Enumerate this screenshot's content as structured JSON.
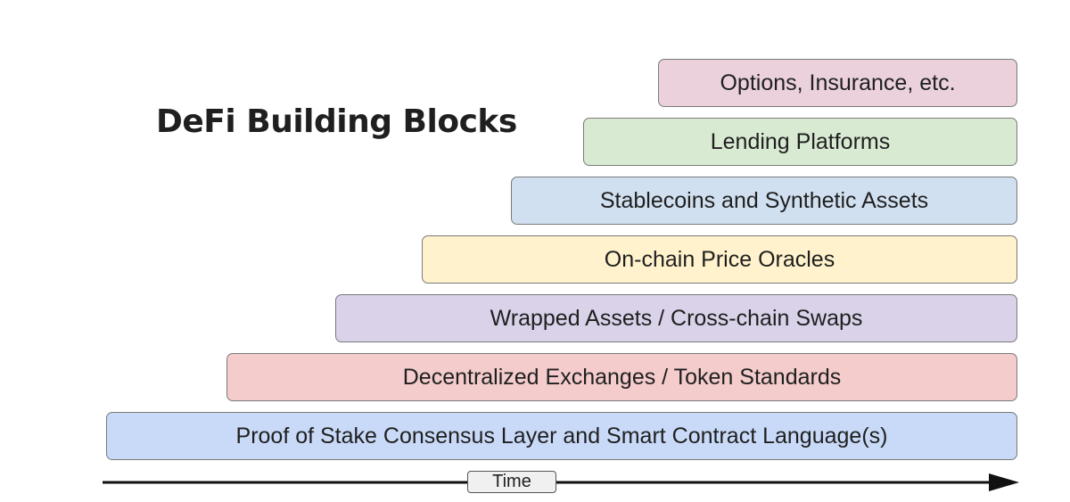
{
  "title": "DeFi Building Blocks",
  "layers": [
    {
      "label": "Options, Insurance, etc.",
      "color": "#ead1dc"
    },
    {
      "label": "Lending Platforms",
      "color": "#d9ead3"
    },
    {
      "label": "Stablecoins and Synthetic Assets",
      "color": "#d0e0f0"
    },
    {
      "label": "On-chain Price Oracles",
      "color": "#fff2cc"
    },
    {
      "label": "Wrapped Assets / Cross-chain Swaps",
      "color": "#d9d2e9"
    },
    {
      "label": "Decentralized Exchanges / Token Standards",
      "color": "#f4cccc"
    },
    {
      "label": "Proof of Stake Consensus Layer and Smart Contract Language(s)",
      "color": "#c9daf8"
    }
  ],
  "axis": {
    "label": "Time"
  }
}
